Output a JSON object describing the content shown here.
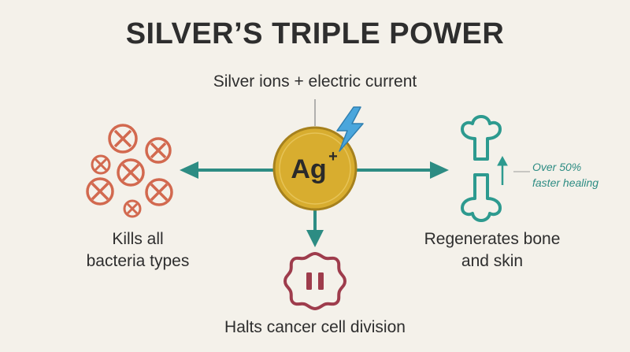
{
  "title": "SILVER’S TRIPLE POWER",
  "subtitle": "Silver ions + electric current",
  "center_symbol": "Ag",
  "center_charge": "+",
  "effects": {
    "left": [
      "Kills all",
      "bacteria types"
    ],
    "right": [
      "Regenerates bone",
      "and skin"
    ],
    "bottom": "Halts cancer cell division"
  },
  "healing_note": [
    "Over 50%",
    "faster healing"
  ],
  "icons": {
    "bacteria": "crossed-circle-icon",
    "bolt": "lightning-bolt-icon",
    "bone": "broken-bone-icon",
    "cell": "paused-cell-icon",
    "growth": "up-arrow-icon"
  },
  "colors": {
    "background": "#f4f1ea",
    "silver_coin": "#d8ad2f",
    "coin_ring": "#a6811d",
    "arrow": "#2d8c83",
    "bacteria": "#d2694f",
    "cell": "#9e3c4c",
    "bolt": "#4aa6dc"
  }
}
